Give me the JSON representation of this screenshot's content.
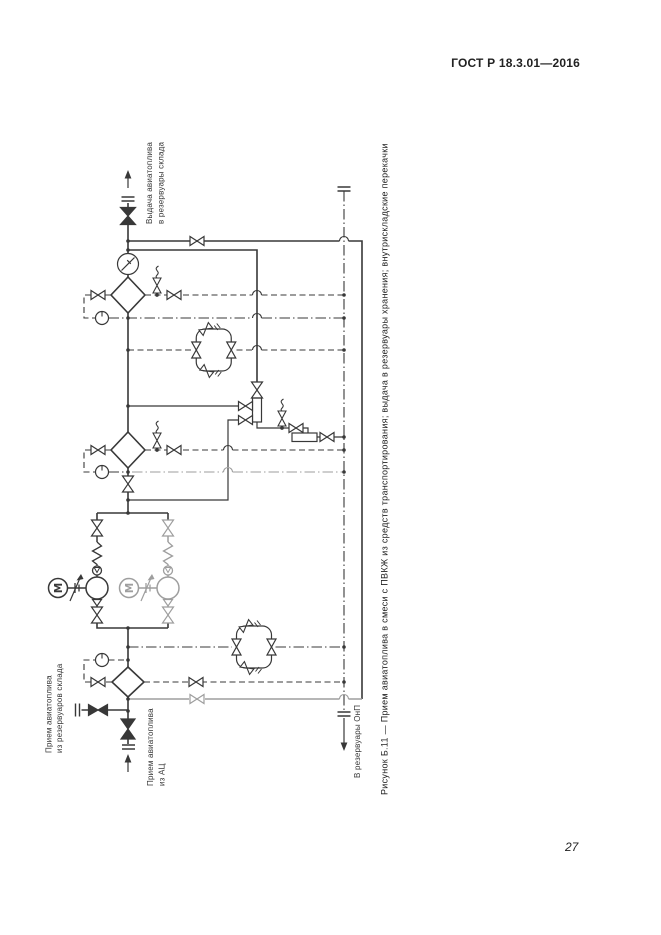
{
  "header": {
    "standard_ref": "ГОСТ Р 18.3.01—2016"
  },
  "page_number": "27",
  "figure": {
    "motor_letter": "М",
    "caption": "Рисунок Б.11 — Прием авиатоплива в смеси с ПВКЖ из средств транспортирования; выдача в резервуары хранения; внутрискладские перекачки",
    "labels": {
      "top_output_line1": "Выдача авиатоплива",
      "top_output_line2": "в резервуары склада",
      "storage_input_line1": "Прием авиатоплива",
      "storage_input_line2": "из резервуаров склада",
      "truck_input_line1": "Прием авиатоплива",
      "truck_input_line2": "из АЦ",
      "onp_output": "В резервуары ОнП"
    }
  }
}
